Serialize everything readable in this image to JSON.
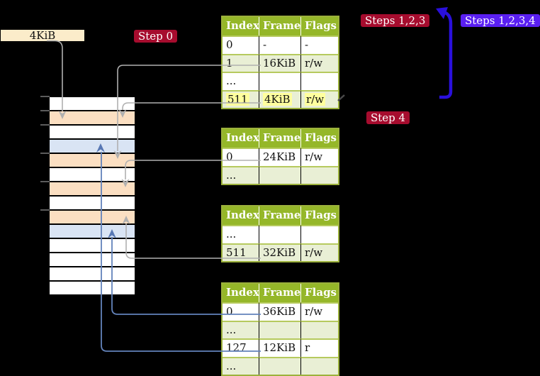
{
  "colors": {
    "badge_red": "#a60c2e",
    "badge_blue": "#5a1ff2",
    "label_cream": "#fbecca",
    "frame_free": "#ffffff",
    "frame_table": "#fbdfc2",
    "frame_mapped": "#d9e4f4",
    "table_header_green": "#95b729",
    "table_row_green": "#e9efd5",
    "table_border": "#9cb13c",
    "row_sep": "#b6ca5e",
    "highlight_yellow": "#ffff9e",
    "connector_gray": "#b0b0b0",
    "connector_blue": "#6383bb",
    "loop_arrow_blue": "#2a10dc"
  },
  "memory": {
    "size_label": "4KiB",
    "rows": [
      "free",
      "table",
      "free",
      "mapped",
      "table",
      "free",
      "table",
      "free",
      "table",
      "mapped",
      "free",
      "free",
      "free",
      "free"
    ]
  },
  "badges": {
    "step0": "Step 0",
    "steps123": "Steps 1,2,3",
    "steps1234": "Steps 1,2,3,4",
    "step4": "Step 4"
  },
  "tables": [
    {
      "headers": [
        "Index",
        "Frame",
        "Flags"
      ],
      "rows": [
        {
          "index": "0",
          "frame": "-",
          "flags": "-"
        },
        {
          "index": "1",
          "frame": "16KiB",
          "flags": "r/w"
        },
        {
          "index": "...",
          "frame": "",
          "flags": ""
        },
        {
          "index": "511",
          "frame": "4KiB",
          "flags": "r/w"
        }
      ]
    },
    {
      "headers": [
        "Index",
        "Frame",
        "Flags"
      ],
      "rows": [
        {
          "index": "0",
          "frame": "24KiB",
          "flags": "r/w"
        },
        {
          "index": "...",
          "frame": "",
          "flags": ""
        }
      ]
    },
    {
      "headers": [
        "Index",
        "Frame",
        "Flags"
      ],
      "rows": [
        {
          "index": "...",
          "frame": "",
          "flags": ""
        },
        {
          "index": "511",
          "frame": "32KiB",
          "flags": "r/w"
        }
      ]
    },
    {
      "headers": [
        "Index",
        "Frame",
        "Flags"
      ],
      "rows": [
        {
          "index": "0",
          "frame": "36KiB",
          "flags": "r/w"
        },
        {
          "index": "...",
          "frame": "",
          "flags": ""
        },
        {
          "index": "127",
          "frame": "12KiB",
          "flags": "r"
        },
        {
          "index": "...",
          "frame": "",
          "flags": ""
        }
      ]
    }
  ]
}
